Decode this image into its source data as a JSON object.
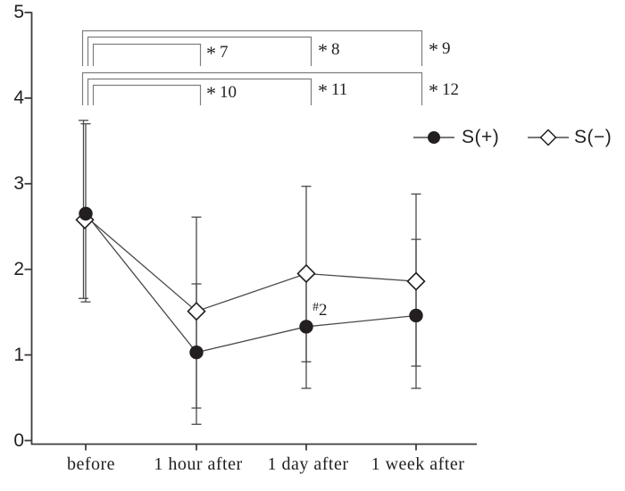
{
  "figure": {
    "background": "#ffffff",
    "description": "Line chart with error bars comparing S(+) and S(-) groups over four time points, with significance brackets *7 to *12 and annotation #2"
  },
  "chart_data": {
    "type": "line",
    "title": "",
    "xlabel": "",
    "ylabel": "",
    "categories": [
      "before",
      "1 hour after",
      "1 day after",
      "1 week after"
    ],
    "ylim": [
      0,
      5
    ],
    "y_tick_labels": [
      "0",
      "1",
      "2",
      "3",
      "4",
      "5"
    ],
    "grid": false,
    "legend_position": "upper-right",
    "colors": {
      "ink": "#231f20",
      "line": "#4c4849",
      "bracket": "#7f7d7d",
      "axis": "#403c3d"
    },
    "series": [
      {
        "name": "S(+)",
        "marker": "filled-circle",
        "color": "#231f20",
        "values": [
          2.65,
          1.03,
          1.33,
          1.46
        ],
        "upper_error": [
          3.7,
          1.83,
          1.98,
          2.35
        ],
        "lower_error": [
          1.62,
          0.19,
          0.61,
          0.61
        ]
      },
      {
        "name": "S(−)",
        "marker": "open-diamond",
        "color": "#231f20",
        "values": [
          2.62,
          1.51,
          1.95,
          1.86
        ],
        "upper_error": [
          3.74,
          2.61,
          2.97,
          2.88
        ],
        "lower_error": [
          1.66,
          0.38,
          0.92,
          0.87
        ]
      }
    ],
    "significance_brackets": [
      {
        "star": "*",
        "num": "7",
        "from": "before",
        "to": "1 hour after",
        "row": "upper"
      },
      {
        "star": "*",
        "num": "8",
        "from": "before",
        "to": "1 day after",
        "row": "upper"
      },
      {
        "star": "*",
        "num": "9",
        "from": "before",
        "to": "1 week after",
        "row": "upper"
      },
      {
        "star": "*",
        "num": "10",
        "from": "before",
        "to": "1 hour after",
        "row": "lower"
      },
      {
        "star": "*",
        "num": "11",
        "from": "before",
        "to": "1 day after",
        "row": "lower"
      },
      {
        "star": "*",
        "num": "12",
        "from": "before",
        "to": "1 week after",
        "row": "lower"
      }
    ],
    "annotation": {
      "hash": "#",
      "num": "2",
      "at_series": "S(+)",
      "at_category": "1 day after"
    }
  }
}
